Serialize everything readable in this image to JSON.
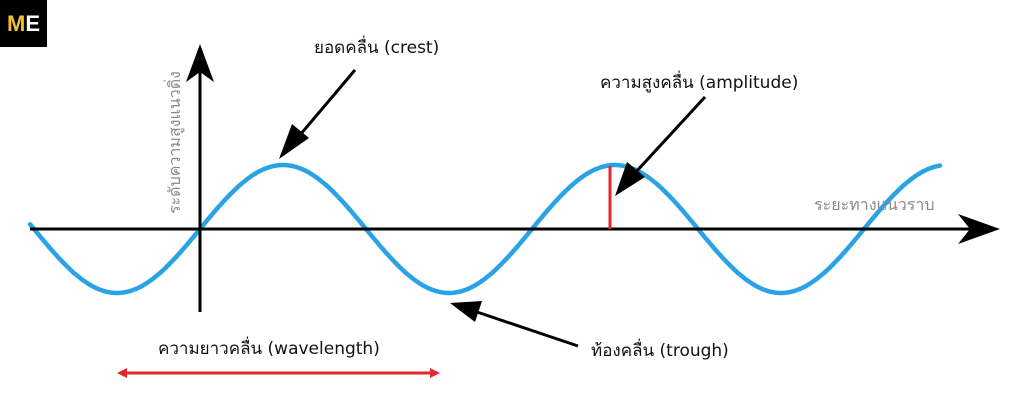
{
  "logo": {
    "m": "M",
    "e": "E"
  },
  "labels": {
    "crest": "ยอดคลื่น (crest)",
    "amplitude": "ความสูงคลื่น (amplitude)",
    "trough": "ท้องคลื่น (trough)",
    "wavelength": "ความยาวคลื่น (wavelength)",
    "x_axis": "ระยะทางแนวราบ",
    "y_axis": "ระดับความสูงแนวดิ่ง"
  },
  "colors": {
    "wave": "#2aa3e6",
    "axis": "#000000",
    "amplitude_marker": "#e8262e",
    "wavelength_arrow": "#e8262e",
    "logo_accent": "#f2c230"
  }
}
